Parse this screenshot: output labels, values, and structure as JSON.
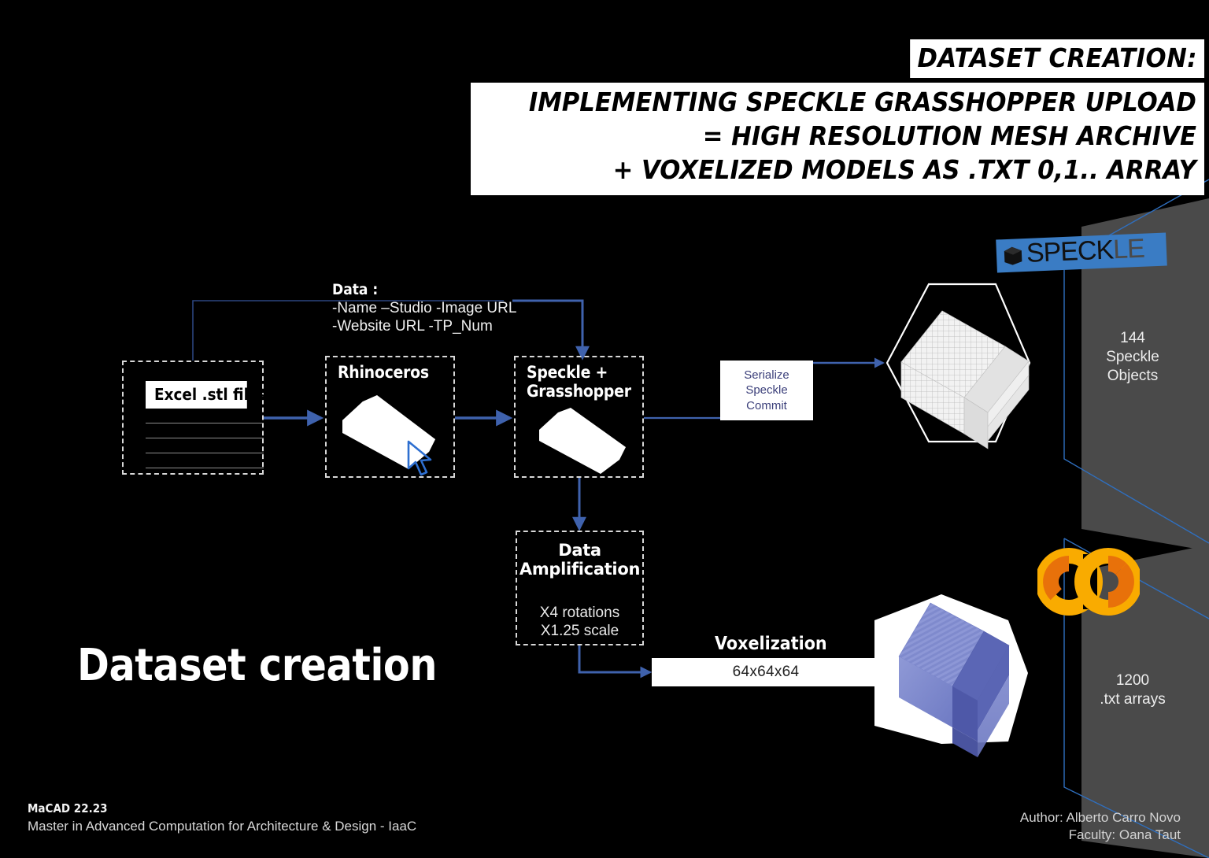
{
  "title": {
    "line1": "DATASET CREATION:",
    "line2": "IMPLEMENTING SPECKLE GRASSHOPPER UPLOAD",
    "line3": "= HIGH RESOLUTION MESH ARCHIVE",
    "line4": "+ VOXELIZED MODELS AS .TXT 0,1.. ARRAY"
  },
  "headline": "Dataset creation",
  "data_callout": {
    "heading": "Data :",
    "lines": "-Name –Studio -Image URL\n-Website URL -TP_Num"
  },
  "nodes": {
    "excel": {
      "label": "Excel .stl files"
    },
    "rhino": {
      "title": "Rhinoceros"
    },
    "speckle_gh": {
      "title": "Speckle +\nGrasshopper"
    },
    "serialize": {
      "text": "Serialize\nSpeckle\nCommit"
    },
    "amplification": {
      "title": "Data\nAmplification",
      "sub": "X4 rotations\nX1.25 scale"
    },
    "voxelization": {
      "title": "Voxelization",
      "resolution": "64x64x64"
    }
  },
  "brands": {
    "speckle": {
      "word_dark": "SPECK",
      "word_dim": "LE",
      "icon": "cube-icon"
    },
    "colab": {
      "name": "Google Colab",
      "icon": "colab-co-icon"
    }
  },
  "panels": [
    {
      "text": "144\nSpeckle\nObjects"
    },
    {
      "text": "1200\n.txt arrays"
    }
  ],
  "footer": {
    "course": "MaCAD 22.23",
    "school": "Master in Advanced Computation for Architecture & Design - IaaC",
    "credits": "Author: Alberto Carro Novo\nFaculty: Oana Taut"
  },
  "colors": {
    "background": "#000000",
    "accent_blue": "#3f62ad",
    "thin_blue": "#2f6fbf",
    "speckle_blue": "#3a7cc4",
    "panel_gray": "#4a4a4a",
    "voxel_blue": "#6e7ac4",
    "colab_orange": "#f29100",
    "colab_orange_dark": "#e8710a",
    "dashed_border": "#d8d8d8",
    "white": "#ffffff"
  }
}
